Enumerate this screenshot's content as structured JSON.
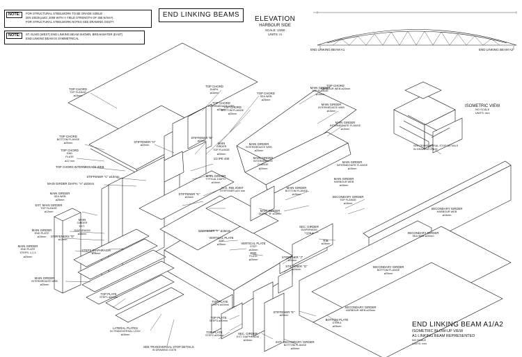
{
  "notes": [
    {
      "tag": "NOTE:",
      "lines": [
        "FOR STRUCTURAL STEELWORK TO BE GRADE S355J2",
        "(EN 10025 part2: 2006 WITH A YIELD STRENGTH OF 355 N/mm²).",
        "FOR STRUCTURAL STEELWORK NOTES SEE DRAWING G03/77."
      ]
    },
    {
      "tag": "NOTE:",
      "lines": [
        "ST. ELMO (WEST) END LINKING BEAM SHOWN. BREAKWATER (EAST)",
        "END LINKING BEAM IS SYMMETRICAL"
      ]
    }
  ],
  "sheet_title": "END LINKING BEAMS",
  "elevation": {
    "title": "ELEVATION",
    "subtitle": "HARBOUR SIDE",
    "scale": "SCALE: 1/250",
    "units": "UNITS: m",
    "left_label": "END LINKING BEAM A1",
    "right_label": "END LINKING BEAM A2"
  },
  "isometric_view": {
    "title": "ISOMETRIC VIEW",
    "scale": "NO SCALE",
    "units": "UNITS: mm",
    "note": [
      "SEE TRANSVERSAL STOP DETAILS",
      "IN DRAWING G3/78"
    ]
  },
  "main_title": {
    "title": "END LINKING BEAM A1/A2",
    "line1": "ISOMETRIC BLOW-UP VIEW",
    "line2": "A1 LINKING BEAM REPRESENTED",
    "scale": "NO SCALE",
    "units": "UNITS: mm"
  },
  "labels": [
    {
      "id": "top-chord-top-flange",
      "lines": [
        "TOP CHORD",
        "TOP FLANGE",
        "ø15mm"
      ]
    },
    {
      "id": "top-chord-diaph",
      "lines": [
        "TOP CHORD",
        "DIAPH.",
        "ø15mm"
      ]
    },
    {
      "id": "top-chord-harbour-web",
      "lines": [
        "TOP CHORD",
        "HARBOUR WEB ø20mm"
      ]
    },
    {
      "id": "top-chord-sea-web",
      "lines": [
        "TOP CHORD",
        "SEA WEB",
        "ø25mm"
      ]
    },
    {
      "id": "top-chord-intermediate-web-upper",
      "lines": [
        "TOP CHORD",
        "INTERMEDIATE WEB",
        "ø20mm"
      ]
    },
    {
      "id": "top-chord-bottom-flange-right",
      "lines": [
        "TOP CHORD",
        "BOTTOM FLANGE",
        "ø20mm"
      ]
    },
    {
      "id": "main-girder-top-flange-right",
      "lines": [
        "MAIN GIRDER",
        "TOP FLANGE",
        "ø15mm"
      ]
    },
    {
      "id": "main-girder-intermediate-web-right",
      "lines": [
        "MAIN GIRDER",
        "INTERMEDIATE WEB",
        "ø15mm"
      ]
    },
    {
      "id": "main-girder-intermediate-flange-right",
      "lines": [
        "MAIN GIRDER",
        "INTERMEDIATE FLANGE",
        "ø10mm"
      ]
    },
    {
      "id": "top-chord-bottom-flange-left",
      "lines": [
        "TOP CHORD",
        "BOTTOM FLANGE",
        "ø20mm"
      ]
    },
    {
      "id": "top-chord-end-plate",
      "lines": [
        "TOP CHORD",
        "END",
        "PLATE",
        "ø22 mm"
      ]
    },
    {
      "id": "top-chord-intermediate-web-left",
      "lines": [
        "TOP CHORD INTERMEDIATE WEB"
      ]
    },
    {
      "id": "stiffener-h",
      "lines": [
        "STIFFENER \"H\"",
        "ø20mm"
      ]
    },
    {
      "id": "stiffener-b",
      "lines": [
        "STIFFENER \"B\"",
        "ø20mm"
      ]
    },
    {
      "id": "main-girder-top-flange-mid",
      "lines": [
        "MAIN",
        "GIRDER",
        "TOP FLANGE",
        "ø20mm"
      ]
    },
    {
      "id": "main-girder-intermediate-web-mid",
      "lines": [
        "MAIN GIRDER",
        "INTERMEDIATE WEB",
        "ø20mm"
      ]
    },
    {
      "id": "main-girder-intermediate-flange-mid",
      "lines": [
        "MAIN GIRDER",
        "INTERMEDIATE",
        "FLANGE",
        "ø20mm"
      ]
    },
    {
      "id": "main-girder-intermediate-flange-mid2",
      "lines": [
        "MAIN GIRDER",
        "INTERMEDIATE FLANGE",
        "ø15mm"
      ]
    },
    {
      "id": "main-girder-harbour-web-right",
      "lines": [
        "MAIN GIRDER",
        "HARBOUR WEB",
        "ø15mm"
      ]
    },
    {
      "id": "ipe-400",
      "lines": [
        "1/2 IPE 400"
      ]
    },
    {
      "id": "stiffener-c",
      "lines": [
        "STIFFENER \"C\" ø10mm"
      ]
    },
    {
      "id": "main-girder-diaph-a",
      "lines": [
        "MAIN GIRDER DIAPH. \"A\" ø20mm"
      ]
    },
    {
      "id": "main-girder-typical-diaph",
      "lines": [
        "MAIN GIRDER",
        "TYPICAL DIAPH.",
        "ø10mm"
      ]
    },
    {
      "id": "mg-rib-joint",
      "lines": [
        "M.G.-RIB JOINT",
        "STIFFENER ø15 mm"
      ]
    },
    {
      "id": "stiffener-k",
      "lines": [
        "STIFFENER \"K\"",
        "ø10mm"
      ]
    },
    {
      "id": "main-girder-sea-web",
      "lines": [
        "MAIN GIRDER",
        "SEA WEB",
        "ø25mm"
      ]
    },
    {
      "id": "main-girder-bottom-flange",
      "lines": [
        "MAIN GIRDER",
        "BOTTOM FLANGE",
        "ø15mm"
      ]
    },
    {
      "id": "main-girder-diaph-b",
      "lines": [
        "MAIN GIRDER",
        "DIAPH. \"B\" ø15mm"
      ]
    },
    {
      "id": "secondary-girder-top-flange",
      "lines": [
        "SECONDARY GIRDER",
        "TOP FLANGE",
        "ø15mm"
      ]
    },
    {
      "id": "secondary-girder-harbour-web-top",
      "lines": [
        "SECONDARY GIRDER",
        "HARBOUR WEB",
        "ø15mm"
      ]
    },
    {
      "id": "ext-main-girder-top-flange",
      "lines": [
        "EXT. MAIN GIRDER",
        "TOP FLANGE",
        "ø12mm"
      ]
    },
    {
      "id": "main-girder-ext-diaph",
      "lines": [
        "MAIN",
        "GIRDER",
        "EXT.",
        "DIAPHRAGM",
        "ø18mm"
      ]
    },
    {
      "id": "main-girder-end-plate",
      "lines": [
        "MAIN GIRDER",
        "END PLATE",
        "ø15mm"
      ]
    },
    {
      "id": "stiffener-d",
      "lines": [
        "STIFFENERS \"D\"",
        "ø12mm"
      ]
    },
    {
      "id": "stiffener-f",
      "lines": [
        "STIFFENER \"F\" ø15mm"
      ]
    },
    {
      "id": "vertical-plate-top",
      "lines": [
        "VERTICAL PLATE",
        "TOP",
        "ø25mm"
      ]
    },
    {
      "id": "vertical-plate-step",
      "lines": [
        "VERTICAL PLATE",
        "STEP",
        "ø15mm"
      ]
    },
    {
      "id": "rib",
      "lines": [
        "RIB",
        "ø15mm"
      ]
    },
    {
      "id": "sec-girder-diaphragm",
      "lines": [
        "SEC. GIRDER",
        "DIAPHRAGM",
        "TYPE A"
      ]
    },
    {
      "id": "secondary-girder-sea-web",
      "lines": [
        "SECONDARY GIRDER",
        "SEA WEB ø20mm"
      ]
    },
    {
      "id": "end-plate",
      "lines": [
        "END",
        "PLATE",
        "ø20mm"
      ]
    },
    {
      "id": "main-girder-steps-plate",
      "lines": [
        "MAIN GIRDER",
        "END PLATE",
        "STEPS: 1,2,3",
        "ø20mm"
      ]
    },
    {
      "id": "steps-diaphragm",
      "lines": [
        "STEPS DIAPHRAGM",
        "ø15mm"
      ]
    },
    {
      "id": "stiffener-j",
      "lines": [
        "STIFFENER \"J\"",
        "ø20mm"
      ]
    },
    {
      "id": "stiffener-g",
      "lines": [
        "STIFFENER \"G\"",
        "ø20mm"
      ]
    },
    {
      "id": "secondary-girder-bottom-flange",
      "lines": [
        "SECONDARY GIRDER",
        "BOTTOM FLANGE",
        "ø20mm"
      ]
    },
    {
      "id": "main-girder-intermediate-web-left",
      "lines": [
        "MAIN GIRDER",
        "INTERMEDIATE WEB",
        "ø20mm"
      ]
    },
    {
      "id": "top-plate-step1",
      "lines": [
        "TOP PLATE",
        "STEP1 ø20mm"
      ]
    },
    {
      "id": "lateral-plates",
      "lines": [
        "LATERAL PLATES",
        "IN TRANSVERSAL LOCK",
        "ø15mm"
      ]
    },
    {
      "id": "top-plate-step4",
      "lines": [
        "TOP PLATE",
        "STEP4 ø20mm"
      ]
    },
    {
      "id": "top-plate-step3",
      "lines": [
        "TOP PLATE",
        "STEP3 ø20mm"
      ]
    },
    {
      "id": "top-plate-step2",
      "lines": [
        "TOP PLATE",
        "STEP2 ø20mm"
      ]
    },
    {
      "id": "stiffener-e",
      "lines": [
        "STIFFENER \"E\"",
        "ø20mm"
      ]
    },
    {
      "id": "secondary-girder-harbour-web-bottom",
      "lines": [
        "SECONDARY GIRDER",
        "HARBOUR WEB ø20mm"
      ]
    },
    {
      "id": "sec-girder-ext-diaph",
      "lines": [
        "SEC. GIRDER",
        "EXT. DIAPHRAGM",
        "ø15mm"
      ]
    },
    {
      "id": "ext-secondary-girder-bottom-flange",
      "lines": [
        "EXT. SECONDARY GIRDER",
        "BOTTOM FLANGE",
        "ø40mm"
      ]
    },
    {
      "id": "bottom-plate-step4",
      "lines": [
        "BOTTOM PLATE",
        "STEP 4",
        "ø25mm"
      ]
    },
    {
      "id": "transversal-stop-note",
      "lines": [
        "SEE TRANSVERSAL STOP DETAILS",
        "IN DRAWING G3/78"
      ]
    }
  ]
}
